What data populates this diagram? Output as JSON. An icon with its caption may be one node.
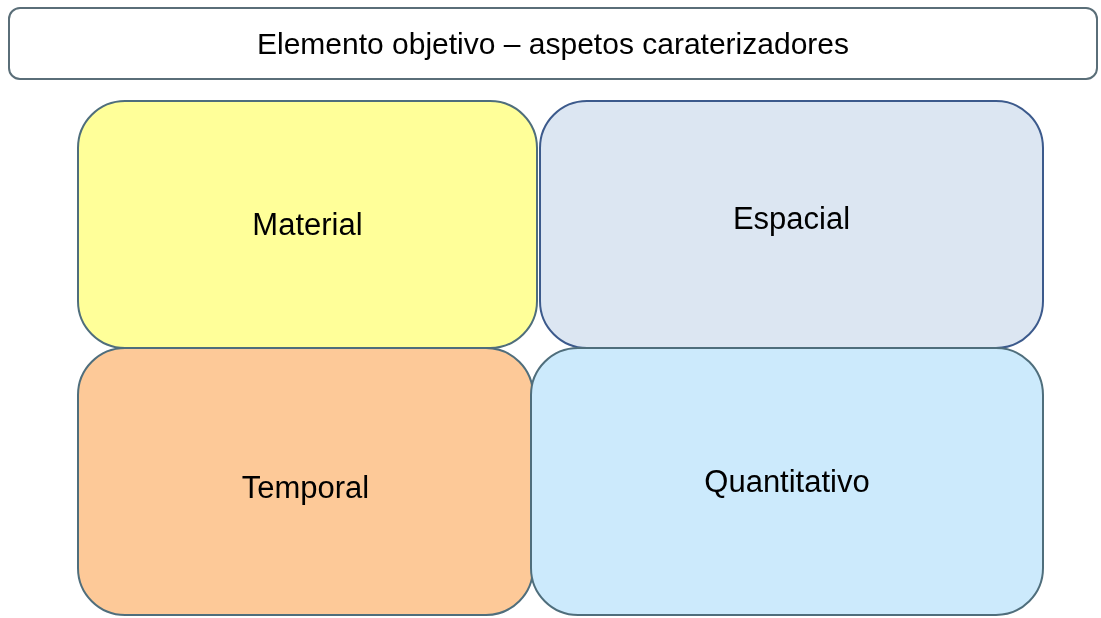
{
  "diagram": {
    "nodes": [
      {
        "text": [
          "Elemento objetivo – aspetos caraterizadores"
        ]
      },
      {
        "text": [
          "Material"
        ]
      },
      {
        "text": [
          "Espacial"
        ]
      },
      {
        "text": [
          "Temporal"
        ]
      },
      {
        "text": [
          "Quantitativo"
        ]
      }
    ]
  }
}
